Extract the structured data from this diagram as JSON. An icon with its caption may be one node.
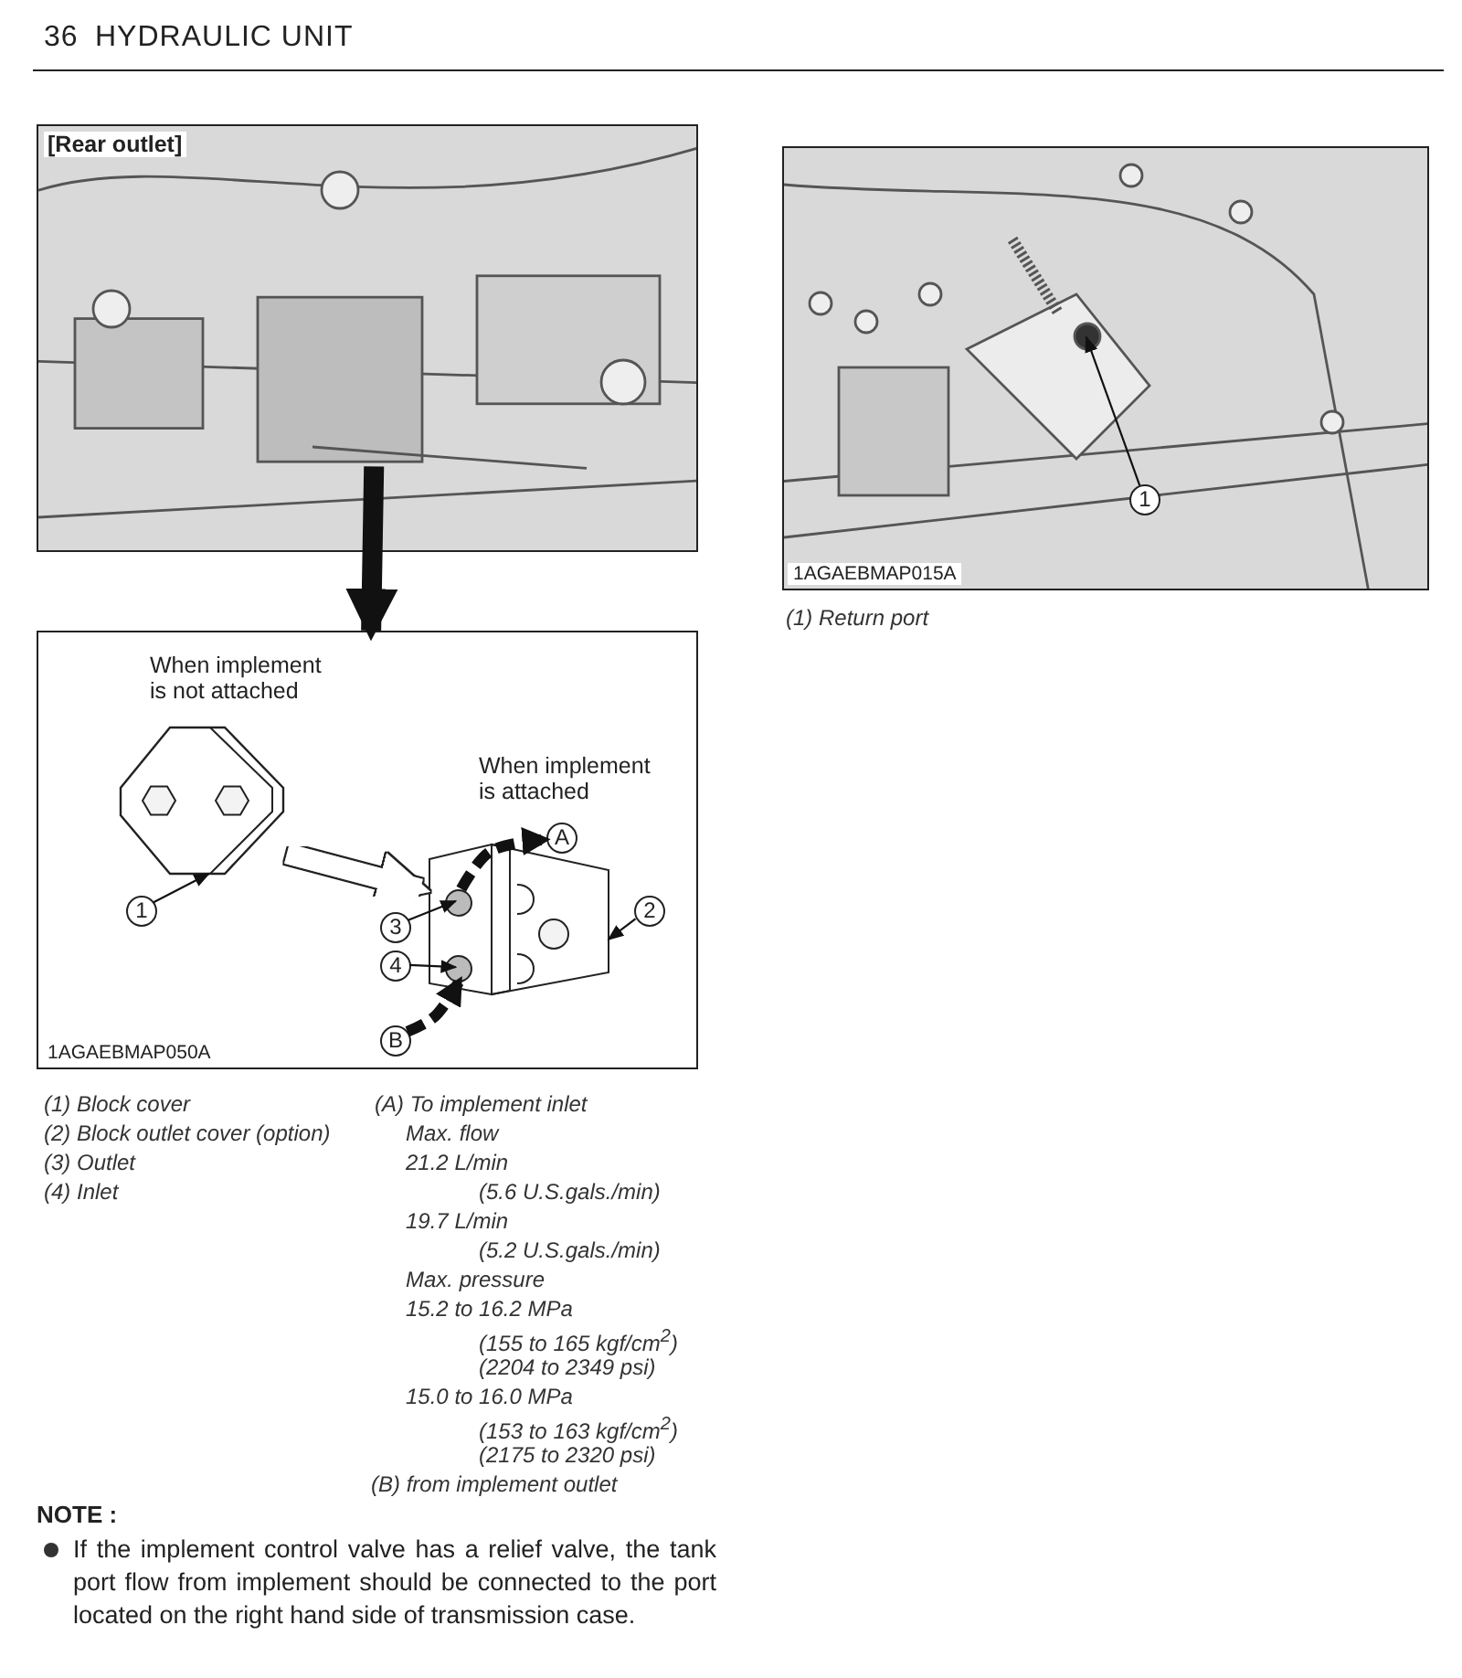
{
  "diagram": {
    "nodes": [
      {
        "text": [],
        "shape": "picture"
      },
      {
        "text": [
          "1AGAEBMAP050A"
        ]
      },
      {
        "text": [],
        "shape": "picture",
        "in": 1
      },
      {
        "text": [
          "1"
        ],
        "in": 1
      },
      {
        "text": [],
        "shape": "picture",
        "in": 1
      },
      {
        "text": [
          "2"
        ],
        "in": 1
      },
      {
        "text": [
          "3"
        ],
        "in": 1
      },
      {
        "text": [
          "4"
        ],
        "in": 1
      },
      {
        "text": [
          "A"
        ],
        "in": 1
      },
      {
        "text": [
          "B"
        ],
        "in": 1
      },
      {
        "text": [],
        "shape": "picture"
      },
      {
        "text": [
          "1"
        ],
        "in": 10
      }
    ],
    "edges": [
      {
        "from": 0,
        "to": 1,
        "arrow": "to",
        "style": "thick"
      },
      {
        "from": 2,
        "to": 4,
        "arrow": "to",
        "style": "thick",
        "color": "#ffffff"
      },
      {
        "from": 3,
        "to": 2,
        "arrow": "to"
      },
      {
        "from": 5,
        "to": 4,
        "arrow": "to"
      },
      {
        "from": 6,
        "to": 4,
        "arrow": "to"
      },
      {
        "from": 7,
        "to": 4,
        "arrow": "to"
      },
      {
        "from": 4,
        "to": 8,
        "arrow": "to",
        "style": "dashed"
      },
      {
        "from": 9,
        "to": 4,
        "arrow": "to",
        "style": "dashed"
      },
      {
        "from": 11,
        "to": 10,
        "arrow": "to"
      }
    ],
    "labels": [
      "36",
      "HYDRAULIC UNIT",
      "[Rear outlet]",
      "1AGAEBMAP015A",
      "(1) Return port",
      "When implement is not attached",
      "When implement is attached",
      "(1) Block cover",
      "(2) Block outlet cover (option)",
      "(3) Outlet",
      "(4) Inlet",
      "(A) To implement inlet",
      "Max. flow",
      "21.2 L/min",
      "(5.6 U.S.gals./min)",
      "19.7 L/min",
      "(5.2 U.S.gals./min)",
      "Max. pressure",
      "15.2 to 16.2 MPa",
      "(155 to 165 kgf/cm$^{2}$)",
      "(2204 to 2349 psi)",
      "15.0 to 16.0 MPa",
      "(153 to 163 kgf/cm$^{2}$)",
      "(2175 to 2320 psi)",
      "(B) from implement outlet",
      "NOTE :",
      "If the implement control valve has a relief valve, the tank port flow from implement should be connected to the port located on the right hand side of transmission case."
    ]
  }
}
